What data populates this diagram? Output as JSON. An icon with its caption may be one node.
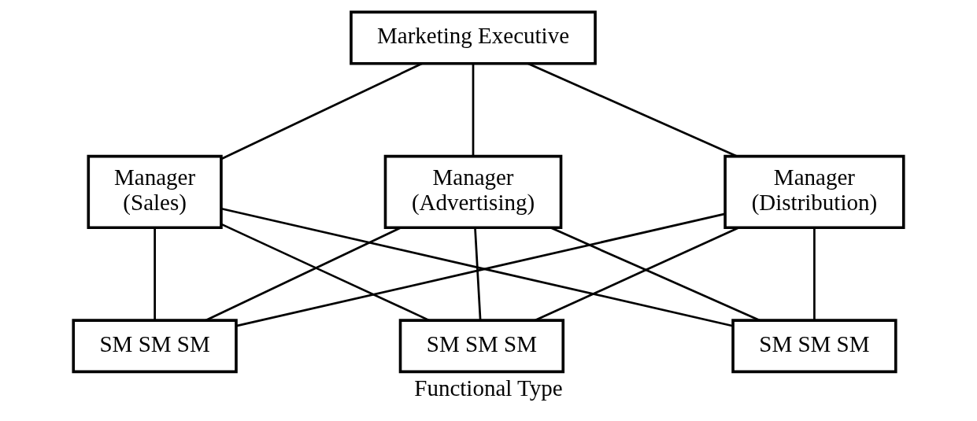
{
  "diagram": {
    "caption": "Functional Type",
    "nodes": [
      {
        "text": [
          "Marketing Executive"
        ]
      },
      {
        "text": [
          "Manager (Sales)"
        ]
      },
      {
        "text": [
          "Manager (Advertising)"
        ]
      },
      {
        "text": [
          "Manager (Distribution)"
        ]
      },
      {
        "text": [
          "SM SM SM"
        ]
      },
      {
        "text": [
          "SM SM SM"
        ]
      },
      {
        "text": [
          "SM SM SM"
        ]
      }
    ],
    "edges": [
      {
        "from": 0,
        "to": 1,
        "arrow": "none"
      },
      {
        "from": 0,
        "to": 2,
        "arrow": "none"
      },
      {
        "from": 0,
        "to": 3,
        "arrow": "none"
      },
      {
        "from": 1,
        "to": 4,
        "arrow": "none"
      },
      {
        "from": 1,
        "to": 5,
        "arrow": "none"
      },
      {
        "from": 1,
        "to": 6,
        "arrow": "none"
      },
      {
        "from": 2,
        "to": 4,
        "arrow": "none"
      },
      {
        "from": 2,
        "to": 5,
        "arrow": "none"
      },
      {
        "from": 2,
        "to": 6,
        "arrow": "none"
      },
      {
        "from": 3,
        "to": 4,
        "arrow": "none"
      },
      {
        "from": 3,
        "to": 5,
        "arrow": "none"
      },
      {
        "from": 3,
        "to": 6,
        "arrow": "none"
      }
    ]
  }
}
